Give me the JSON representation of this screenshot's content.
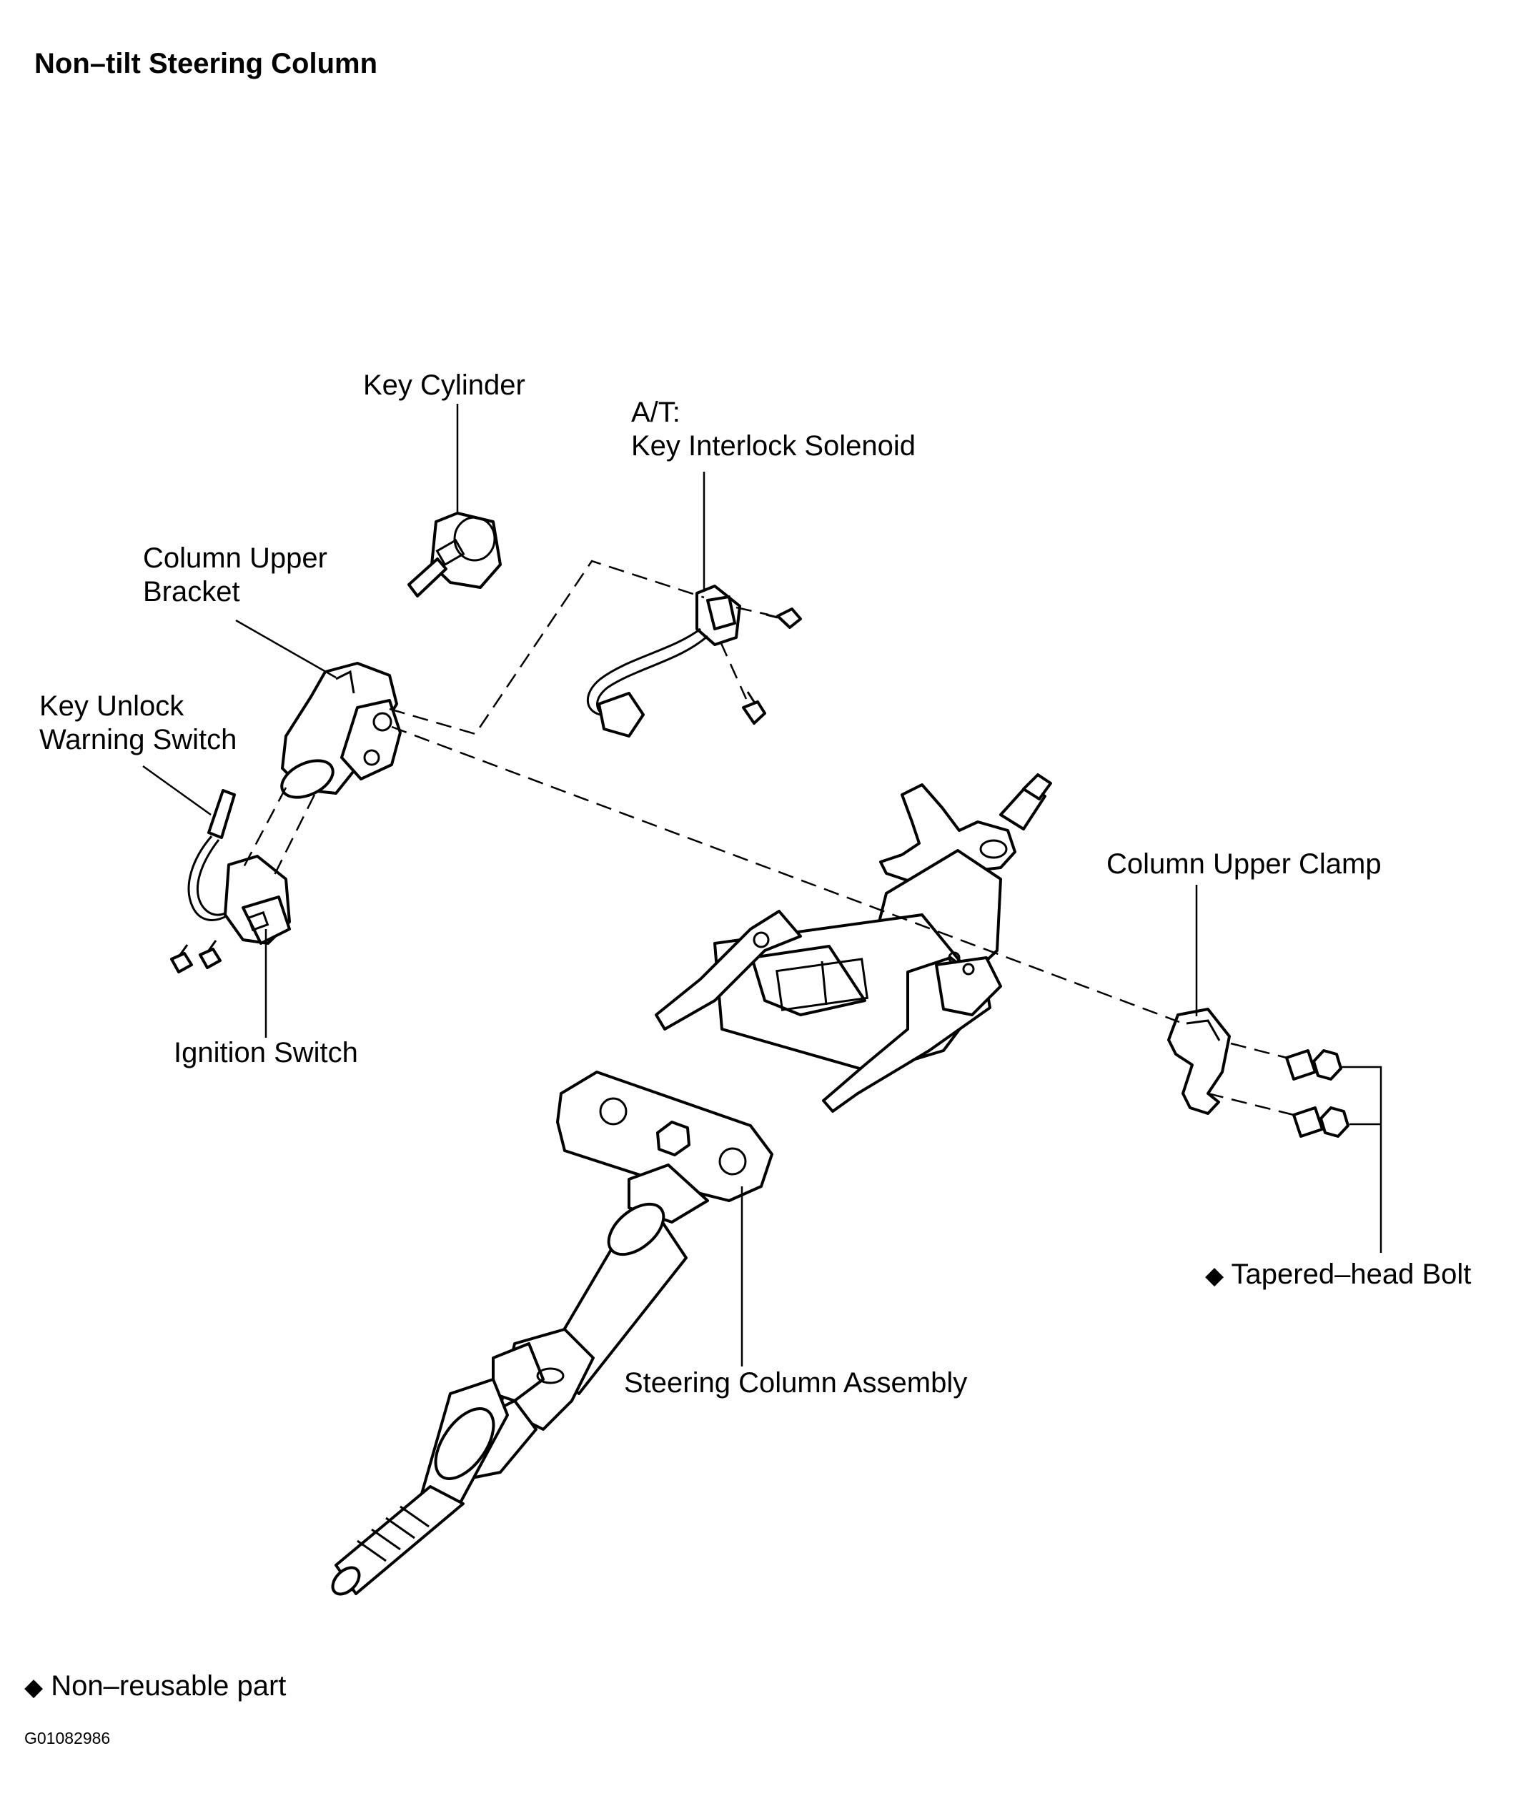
{
  "title": "Non–tilt Steering Column",
  "labels": {
    "key_cylinder": "Key Cylinder",
    "key_interlock_line1": "A/T:",
    "key_interlock_line2": "Key Interlock Solenoid",
    "column_upper_bracket_line1": "Column Upper",
    "column_upper_bracket_line2": "Bracket",
    "key_unlock_line1": "Key Unlock",
    "key_unlock_line2": "Warning Switch",
    "ignition_switch": "Ignition Switch",
    "column_upper_clamp": "Column Upper Clamp",
    "tapered_head_bolt": "Tapered–head Bolt",
    "steering_column_assembly": "Steering Column Assembly"
  },
  "legend": {
    "symbol": "◆",
    "text": "Non–reusable part"
  },
  "figure_code": "G01082986",
  "icons": {
    "non_reusable_marker": "diamond-icon"
  }
}
